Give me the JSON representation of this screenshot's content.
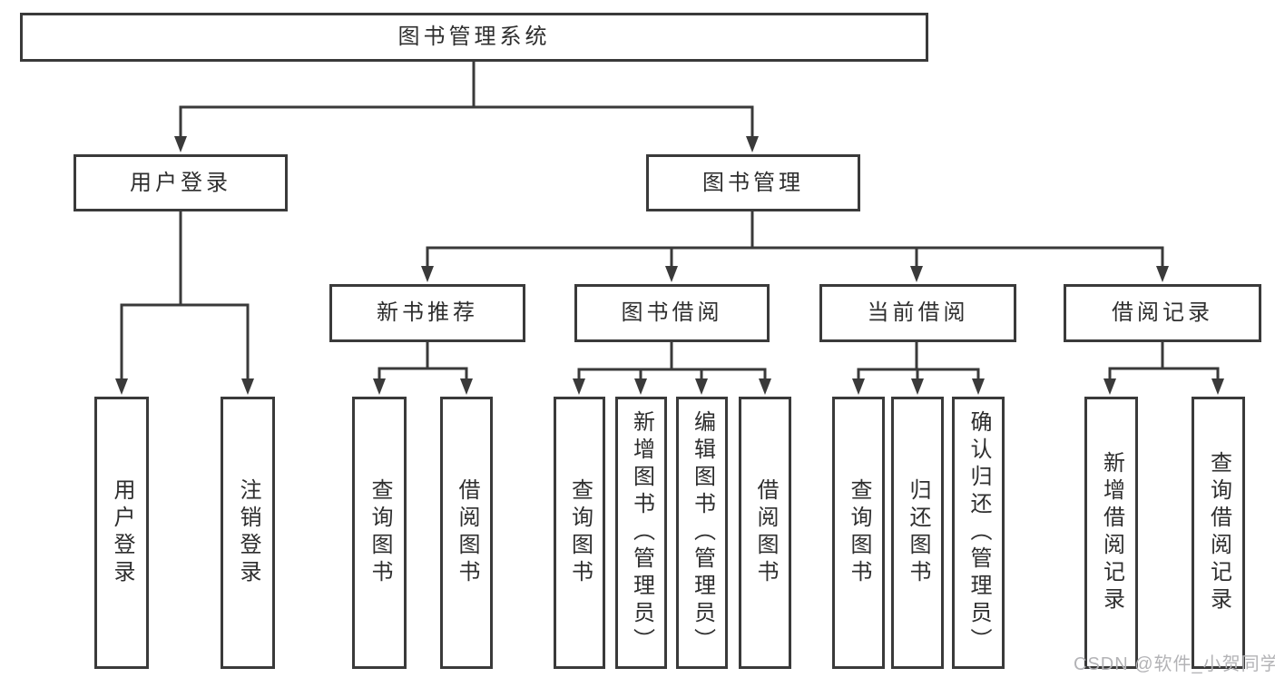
{
  "title": "图书管理系统",
  "watermark": "CSDN @软件_小贺同学",
  "colors": {
    "line": "#3a3a3a",
    "text": "#2e2e2e",
    "box-border": "#3a3a3a",
    "watermark": "#b3b3b6",
    "background": "#ffffff"
  },
  "nodes": {
    "root": "图书管理系统",
    "user_login": "用户登录",
    "book_management": "图书管理",
    "new_book_recommend": "新书推荐",
    "book_borrowing": "图书借阅",
    "current_borrowing": "当前借阅",
    "borrowing_records": "借阅记录",
    "user_login_leaf": "用户登录",
    "logout": "注销登录",
    "query_books_recommend": "查询图书",
    "borrow_books_recommend": "借阅图书",
    "query_books_borrowing": "查询图书",
    "add_books_admin": "新增图书（管理员）",
    "edit_books_admin": "编辑图书（管理员）",
    "borrow_books_borrowing": "借阅图书",
    "query_books_current": "查询图书",
    "return_books": "归还图书",
    "confirm_return_admin": "确认归还（管理员）",
    "add_borrowing_record": "新增借阅记录",
    "query_borrowing_record": "查询借阅记录"
  }
}
